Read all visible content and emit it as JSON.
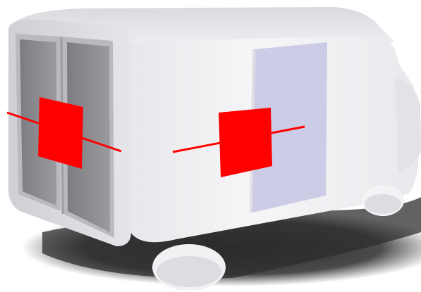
{
  "scene": {
    "subject": "van-render",
    "colors": {
      "background": "#ffffff",
      "body": "#f1f1f4",
      "body_shade": "#d4d4da",
      "roof": "#e4e4e8",
      "rear_window": "#8a8a8e",
      "rear_frame": "#c7c7cc",
      "side_window": "#cccce6",
      "tire": "#f4f4f6",
      "shadow": "#2a2a2a",
      "marker_red": "#ff0000"
    },
    "markers": [
      {
        "name": "rear-door-marker",
        "color": "red"
      },
      {
        "name": "side-door-marker",
        "color": "red"
      }
    ]
  }
}
